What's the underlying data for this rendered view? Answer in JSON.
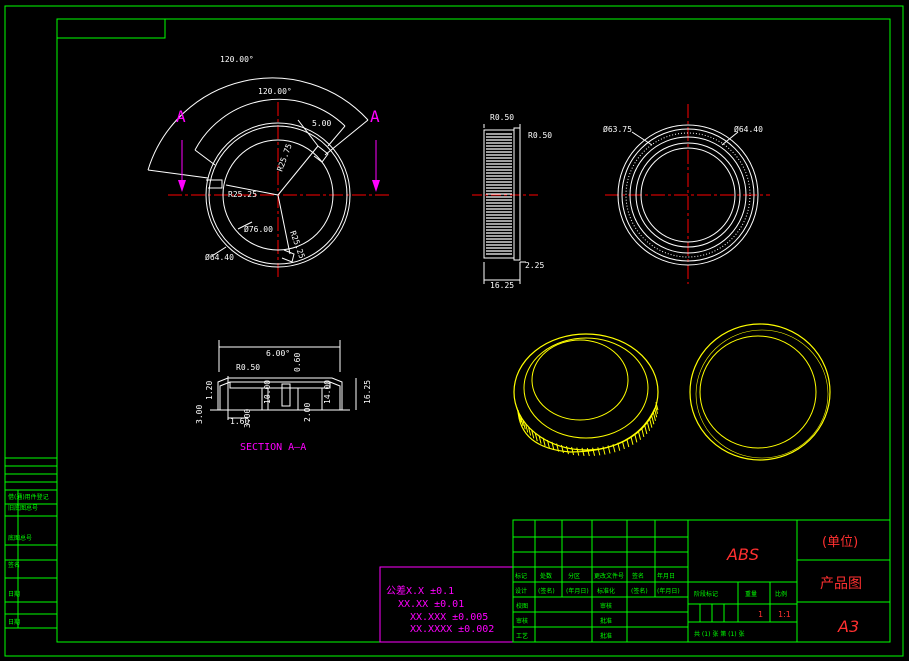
{
  "colors": {
    "background": "#000000",
    "frame": "#00ff00",
    "outline": "#ffffff",
    "centerline": "#ff0000",
    "section_label": "#ff00ff",
    "iso_view": "#ffff00",
    "title_red": "#ff3030"
  },
  "top_view": {
    "outer_angle": "120.00°",
    "inner_angle": "120.00°",
    "section_mark_left": "A",
    "section_mark_right": "A",
    "r_left": "R25.25",
    "r_top": "R25.75",
    "r_bottom": "R25.25",
    "tag_top": "5.00",
    "dia_small": "Ø76.00",
    "dia_left_bottom": "Ø64.40"
  },
  "side_view": {
    "r_top_left": "R0.50",
    "r_top_right": "R0.50",
    "dim_right": "2.25",
    "dim_bottom": "16.25"
  },
  "right_view": {
    "dia_left": "Ø63.75",
    "dia_right": "Ø64.40"
  },
  "section_view": {
    "title": "SECTION A—A",
    "dim_top": "6.00°",
    "r_label": "R0.50",
    "dim_060": "0.60",
    "dim_1000": "10.00",
    "dim_1400": "14.00",
    "dim_1625": "16.25",
    "dim_160": "1.60",
    "dim_300": "3.00",
    "dim_200": "2.00",
    "dim_120": "1.20",
    "dim_left": "3.00"
  },
  "tolerance": {
    "line1": "公差X.X ±0.1",
    "line2": "XX.XX ±0.01",
    "line3": "XX.XXX ±0.005",
    "line4": "XX.XXXX ±0.002"
  },
  "left_strip": {
    "row1": "借(通)用件登记",
    "row2": "旧底图总号",
    "row3": "底图总号",
    "row4": "签名",
    "row5": "日期",
    "row6": "日期"
  },
  "title_block": {
    "material": "ABS",
    "unit": "(单位)",
    "product_name": "产品图",
    "sheet_size": "A3",
    "col_headers": [
      "标记",
      "处数",
      "分区",
      "更改文件号",
      "签名",
      "年月日"
    ],
    "row_headers": [
      "设计",
      "(签名)",
      "(年月日)",
      "标准化",
      "(签名)",
      "(年月日)"
    ],
    "left_roles": [
      "校图",
      "审核",
      "工艺"
    ],
    "mid_roles": [
      "审核",
      "批准",
      "批准"
    ],
    "stage_label": "阶段标记",
    "weight_label": "重量",
    "scale_label": "比例",
    "scale_value": "1:1",
    "qty_value": "1",
    "sheet_label": "共 (1) 张  第 (1) 张"
  }
}
